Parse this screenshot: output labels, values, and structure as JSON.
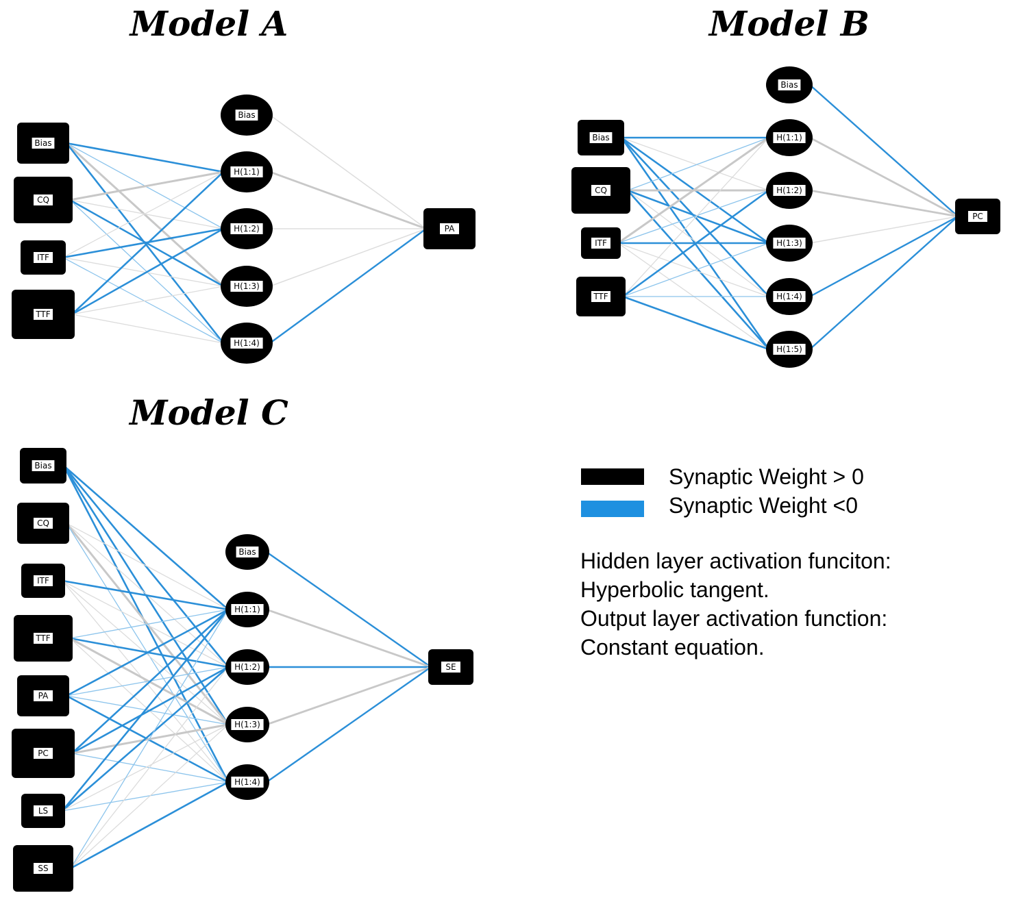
{
  "models": [
    {
      "id": "a",
      "title": "Model A",
      "inputs": [
        "Bias",
        "CQ",
        "ITF",
        "TTF"
      ],
      "hidden_bias": "Bias",
      "hidden": [
        "H(1:1)",
        "H(1:2)",
        "H(1:3)",
        "H(1:4)"
      ],
      "output": "PA",
      "strong_neg_in": [
        [
          "Bias",
          "H(1:1)"
        ],
        [
          "Bias",
          "H(1:4)"
        ],
        [
          "TTF",
          "H(1:1)"
        ],
        [
          "TTF",
          "H(1:2)"
        ],
        [
          "ITF",
          "H(1:2)"
        ],
        [
          "CQ",
          "H(1:3)"
        ]
      ],
      "strong_pos_in": [
        [
          "CQ",
          "H(1:1)"
        ],
        [
          "TTF",
          "H(1:1)"
        ],
        [
          "Bias",
          "H(1:3)"
        ]
      ],
      "out_neg": [
        "H(1:4)"
      ],
      "out_pos": [
        "H(1:1)"
      ]
    },
    {
      "id": "b",
      "title": "Model B",
      "inputs": [
        "Bias",
        "CQ",
        "ITF",
        "TTF"
      ],
      "hidden_bias": "Bias",
      "hidden": [
        "H(1:1)",
        "H(1:2)",
        "H(1:3)",
        "H(1:4)",
        "H(1:5)"
      ],
      "output": "PC",
      "strong_neg_in": [
        [
          "Bias",
          "H(1:1)"
        ],
        [
          "Bias",
          "H(1:3)"
        ],
        [
          "Bias",
          "H(1:4)"
        ],
        [
          "Bias",
          "H(1:5)"
        ],
        [
          "CQ",
          "H(1:3)"
        ],
        [
          "CQ",
          "H(1:5)"
        ],
        [
          "ITF",
          "H(1:3)"
        ],
        [
          "TTF",
          "H(1:2)"
        ],
        [
          "TTF",
          "H(1:5)"
        ]
      ],
      "strong_pos_in": [
        [
          "ITF",
          "H(1:1)"
        ],
        [
          "CQ",
          "H(1:2)"
        ]
      ],
      "out_neg": [
        "Bias",
        "H(1:4)",
        "H(1:5)"
      ],
      "out_pos": [
        "H(1:1)",
        "H(1:2)"
      ]
    },
    {
      "id": "c",
      "title": "Model C",
      "inputs": [
        "Bias",
        "CQ",
        "ITF",
        "TTF",
        "PA",
        "PC",
        "LS",
        "SS"
      ],
      "hidden_bias": "Bias",
      "hidden": [
        "H(1:1)",
        "H(1:2)",
        "H(1:3)",
        "H(1:4)"
      ],
      "output": "SE",
      "strong_neg_in": [
        [
          "Bias",
          "H(1:1)"
        ],
        [
          "Bias",
          "H(1:2)"
        ],
        [
          "Bias",
          "H(1:3)"
        ],
        [
          "Bias",
          "H(1:4)"
        ],
        [
          "ITF",
          "H(1:1)"
        ],
        [
          "TTF",
          "H(1:2)"
        ],
        [
          "PA",
          "H(1:1)"
        ],
        [
          "PA",
          "H(1:4)"
        ],
        [
          "PC",
          "H(1:1)"
        ],
        [
          "PC",
          "H(1:2)"
        ],
        [
          "LS",
          "H(1:1)"
        ],
        [
          "LS",
          "H(1:2)"
        ],
        [
          "SS",
          "H(1:4)"
        ]
      ],
      "strong_pos_in": [
        [
          "CQ",
          "H(1:3)"
        ],
        [
          "TTF",
          "H(1:3)"
        ],
        [
          "PC",
          "H(1:3)"
        ]
      ],
      "out_neg": [
        "Bias",
        "H(1:2)",
        "H(1:4)"
      ],
      "out_pos": [
        "H(1:1)",
        "H(1:3)"
      ]
    }
  ],
  "legend": {
    "positive_label": "Synaptic Weight > 0",
    "negative_label": "Synaptic Weight <0",
    "positive_color": "#000000",
    "negative_color": "#1e90e0",
    "notes": [
      "Hidden layer activation funciton:",
      "Hyperbolic tangent.",
      "Output layer activation function:",
      "Constant equation."
    ]
  },
  "colors": {
    "negative_edge": "#2b8fd8",
    "light_negative_edge": "#8cc4ec",
    "positive_edge": "#c8c8c8",
    "node_fill": "#000000"
  }
}
